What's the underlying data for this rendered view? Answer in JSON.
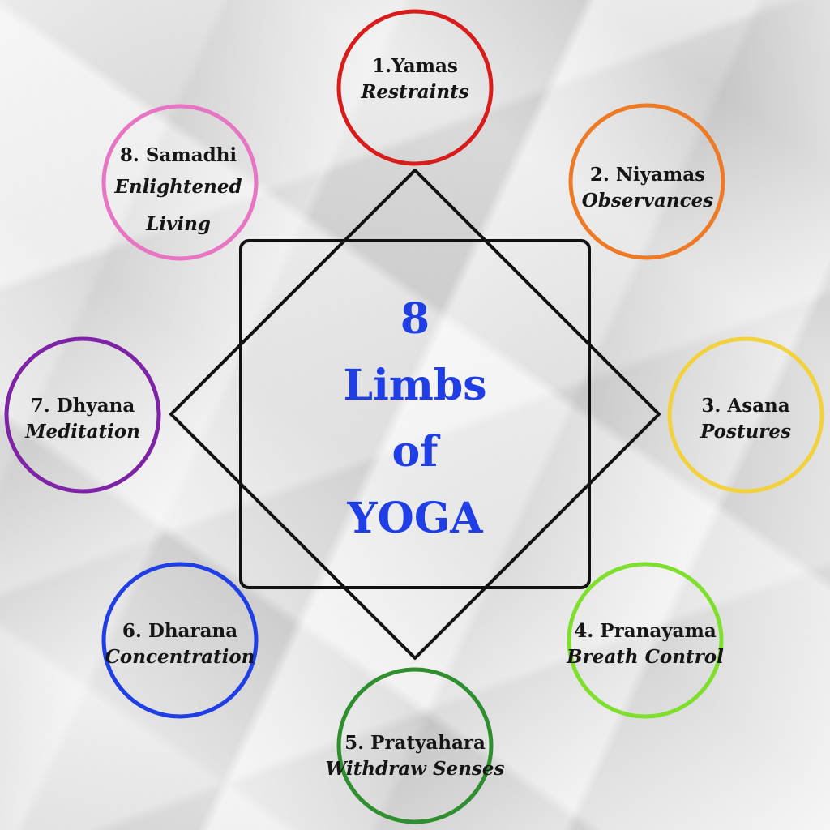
{
  "center": {
    "lines": [
      "8",
      "Limbs",
      "of",
      "YOGA"
    ],
    "color": "#1f3ee6"
  },
  "limbs": [
    {
      "name": "1.Yamas",
      "meaning": "Restraints",
      "color": "#d81c1c"
    },
    {
      "name": "2. Niyamas",
      "meaning": "Observances",
      "color": "#ee7a26"
    },
    {
      "name": "3. Asana",
      "meaning": "Postures",
      "color": "#f2d23c"
    },
    {
      "name": "4. Pranayama",
      "meaning": "Breath Control",
      "color": "#7ee02d"
    },
    {
      "name": "5. Pratyahara",
      "meaning": "Withdraw Senses",
      "color": "#2f8f2f"
    },
    {
      "name": "6. Dharana",
      "meaning": "Concentration",
      "color": "#1f3ee6"
    },
    {
      "name": "7. Dhyana",
      "meaning": "Meditation",
      "color": "#7e22a6"
    },
    {
      "name": "8. Samadhi",
      "meaning": "Enlightened Living",
      "color": "#e874c4"
    }
  ],
  "frame_color": "#111111"
}
